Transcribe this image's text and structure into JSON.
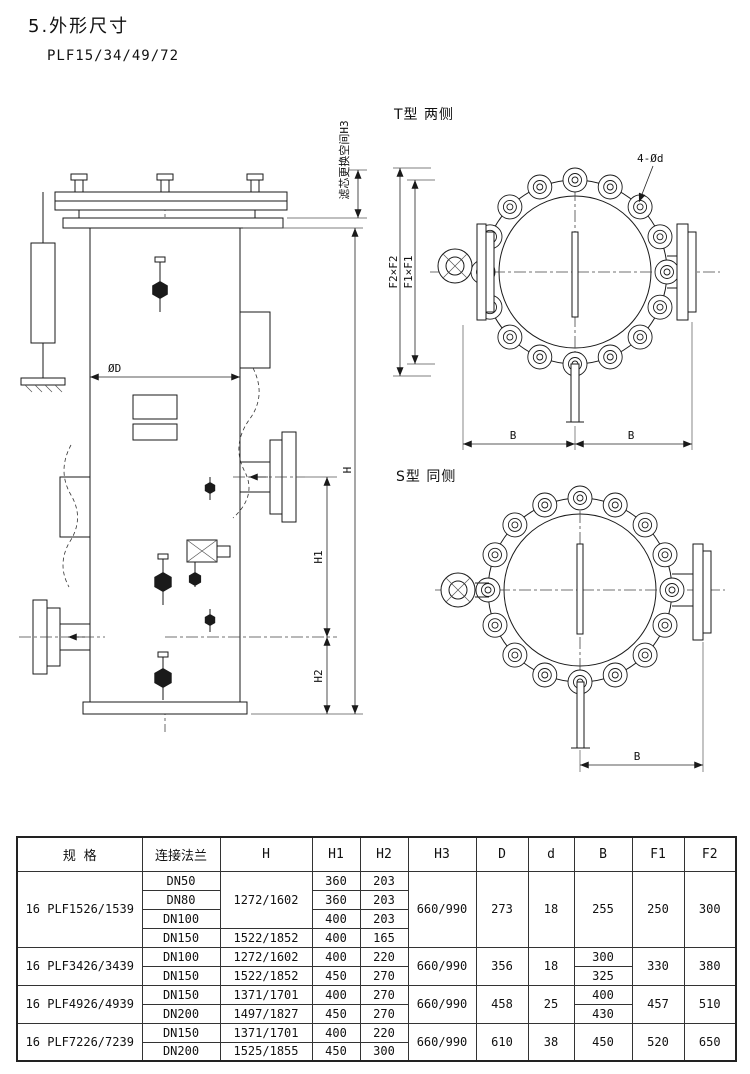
{
  "page": {
    "section_title": "5.外形尺寸",
    "subtitle": "PLF15/34/49/72"
  },
  "drawings": {
    "main": {
      "space_label": "滤芯更换空间H3",
      "dia_label": "ØD",
      "h": "H",
      "h1": "H1",
      "h2": "H2"
    },
    "t_view": {
      "title": "T型 两侧",
      "hole_label": "4-Ød",
      "f2": "F2×F2",
      "f1": "F1×F1",
      "b_left": "B",
      "b_right": "B"
    },
    "s_view": {
      "title": "S型 同侧",
      "b": "B"
    }
  },
  "table": {
    "headers": [
      "规 格",
      "连接法兰",
      "H",
      "H1",
      "H2",
      "H3",
      "D",
      "d",
      "B",
      "F1",
      "F2"
    ],
    "groups": [
      {
        "spec": "16 PLF1526/1539",
        "h3": "660/990",
        "D": "273",
        "d": "18",
        "B": "255",
        "F1": "250",
        "F2": "300",
        "rows": [
          {
            "dn": "DN50",
            "h": "1272/1602",
            "h1": "360",
            "h2": "203"
          },
          {
            "dn": "DN80",
            "h1": "360",
            "h2": "203"
          },
          {
            "dn": "DN100",
            "h1": "400",
            "h2": "203"
          },
          {
            "dn": "DN150",
            "h": "1522/1852",
            "h1": "400",
            "h2": "165"
          }
        ]
      },
      {
        "spec": "16 PLF3426/3439",
        "h3": "660/990",
        "D": "356",
        "d": "18",
        "F1": "330",
        "F2": "380",
        "rows": [
          {
            "dn": "DN100",
            "h": "1272/1602",
            "h1": "400",
            "h2": "220",
            "b": "300"
          },
          {
            "dn": "DN150",
            "h": "1522/1852",
            "h1": "450",
            "h2": "270",
            "b": "325"
          }
        ]
      },
      {
        "spec": "16 PLF4926/4939",
        "h3": "660/990",
        "D": "458",
        "d": "25",
        "F1": "457",
        "F2": "510",
        "rows": [
          {
            "dn": "DN150",
            "h": "1371/1701",
            "h1": "400",
            "h2": "270",
            "b": "400"
          },
          {
            "dn": "DN200",
            "h": "1497/1827",
            "h1": "450",
            "h2": "270",
            "b": "430"
          }
        ]
      },
      {
        "spec": "16 PLF7226/7239",
        "h3": "660/990",
        "D": "610",
        "d": "38",
        "B": "450",
        "F1": "520",
        "F2": "650",
        "rows": [
          {
            "dn": "DN150",
            "h": "1371/1701",
            "h1": "400",
            "h2": "220"
          },
          {
            "dn": "DN200",
            "h": "1525/1855",
            "h1": "450",
            "h2": "300"
          }
        ]
      }
    ]
  }
}
